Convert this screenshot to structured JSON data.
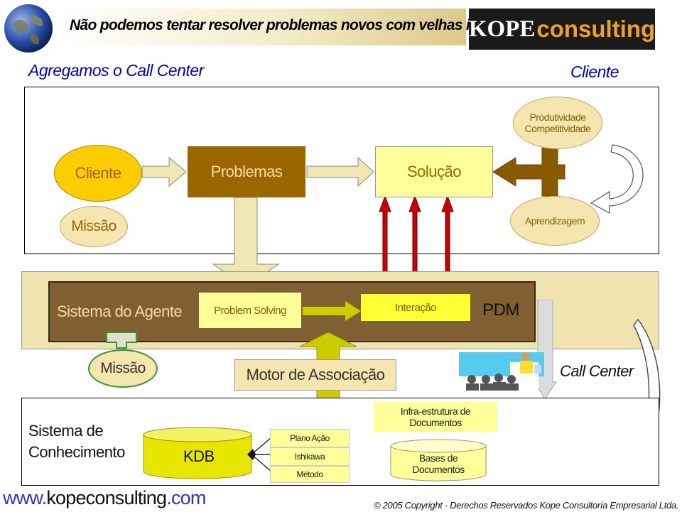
{
  "header": {
    "tagline": "Não podemos tentar resolver problemas novos com velhas idéias",
    "logo": {
      "kope": "KOPE",
      "consulting": "consulting"
    }
  },
  "slide": {
    "subtitle": "Agregamos o Call Center",
    "cliente_heading": "Cliente"
  },
  "top_flow": {
    "cliente": "Cliente",
    "problemas": "Problemas",
    "solucao": "Solução",
    "produtividade": "Produtividade",
    "competitividade": "Competitividade",
    "aprendizagem": "Aprendizagem",
    "missao": "Missão"
  },
  "agent_system": {
    "label": "Sistema do Agente",
    "problem_solving": "Problem Solving",
    "interacao": "Interação",
    "pdm": "PDM"
  },
  "middle": {
    "missao": "Missão",
    "motor": "Motor de Associação",
    "call_center": "Call Center"
  },
  "knowledge_system": {
    "label_line1": "Sistema de",
    "label_line2": "Conhecimento",
    "kdb": "KDB",
    "methods": [
      "Plano Ação",
      "Ishikawa",
      "Método"
    ],
    "infra_line1": "Infra-estrutura de",
    "infra_line2": "Documentos",
    "bases_line1": "Bases de",
    "bases_line2": "Documentos"
  },
  "footer": {
    "url_www": "www.",
    "url_main": "kopeconsulting",
    "url_com": ".com",
    "copyright": "© 2005 Copyright  - Derechos Reservados Kope Consultoría Empresarial Ltda."
  },
  "colors": {
    "brown": "#996600",
    "light_yellow": "#ffff99",
    "olive_yellow": "#cccc00",
    "tan": "#e6d28a",
    "panel_bg": "#efe4b0",
    "red_arrow": "#cc0000",
    "blue_title": "#0000cc",
    "footer_blue": "#3333cc"
  }
}
